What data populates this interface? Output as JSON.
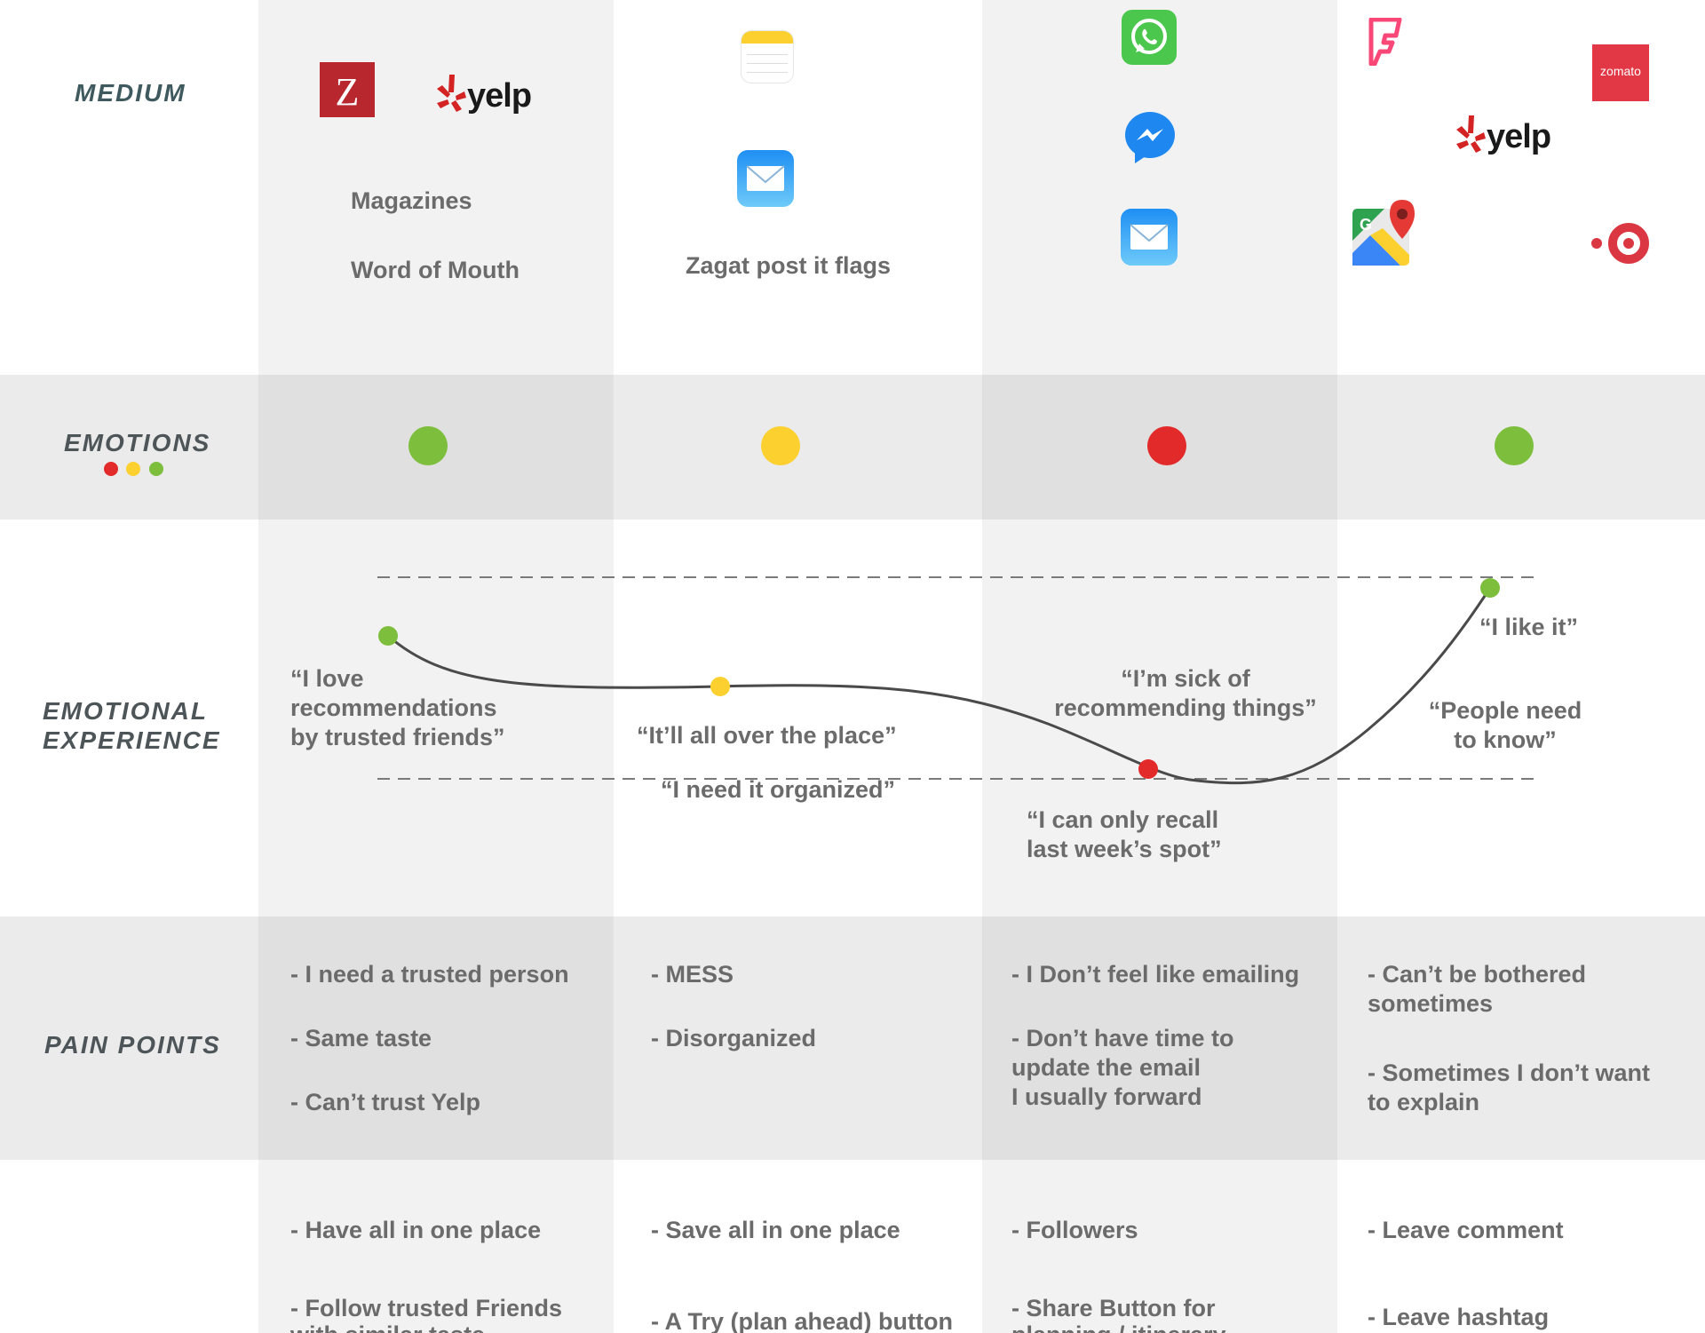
{
  "row_labels": {
    "medium": "MEDIUM",
    "emotions": "EMOTIONS",
    "emotional_experience_line1": "EMOTIONAL",
    "emotional_experience_line2": "EXPERIENCE",
    "pain_points": "PAIN POINTS"
  },
  "colors": {
    "green": "#7dbe3c",
    "yellow": "#fcd02f",
    "red": "#e32a2a",
    "curve": "#4a4a4a",
    "label": "#4d5558",
    "text": "#6b6b6b"
  },
  "medium": {
    "col1": {
      "icons": [
        "zagat-icon",
        "yelp-logo"
      ],
      "yelp_text": "yelp",
      "zagat_letter": "Z",
      "items": [
        "Magazines",
        "Word of Mouth"
      ]
    },
    "col2": {
      "icons": [
        "notes-icon",
        "mail-icon"
      ],
      "items": [
        "Zagat post it flags"
      ]
    },
    "col3": {
      "icons": [
        "whatsapp-icon",
        "messenger-icon",
        "mail-icon"
      ]
    },
    "col4": {
      "icons": [
        "foursquare-icon",
        "zomato-icon",
        "yelp-logo",
        "google-maps-icon",
        "opentable-icon"
      ],
      "zomato_text": "zomato",
      "yelp_text": "yelp"
    }
  },
  "emotions": [
    "green",
    "yellow",
    "red",
    "green"
  ],
  "emotional_experience": {
    "points": [
      "green",
      "yellow",
      "red",
      "green"
    ],
    "quotes": {
      "col1": [
        "“I love",
        "recommendations",
        "by trusted friends”"
      ],
      "col2_top": "“It’ll all over the place”",
      "col2_bottom": "“I need it organized”",
      "col3_top": [
        "“I’m sick of",
        "recommending things”"
      ],
      "col3_bottom": [
        "“I can only recall",
        "last week’s spot”"
      ],
      "col4_top": "“I like it”",
      "col4_bottom": [
        "“People need",
        "to know”"
      ]
    }
  },
  "pain_points": {
    "col1": [
      "- I need a trusted person",
      "- Same taste",
      "- Can’t trust Yelp"
    ],
    "col2": [
      "- MESS",
      "- Disorganized"
    ],
    "col3": [
      "- I Don’t feel like emailing",
      "- Don’t have time to",
      "update the email",
      "I usually forward"
    ],
    "col4": [
      "- Can’t be bothered",
      "sometimes",
      "- Sometimes I don’t want",
      "to explain"
    ]
  },
  "opportunities": {
    "col1": [
      "- Have all in one place",
      "- Follow trusted Friends",
      "with similar taste"
    ],
    "col2": [
      "- Save all in one place",
      "- A Try (plan ahead) button"
    ],
    "col3": [
      "- Followers",
      "- Share Button for",
      "planning / itinerary"
    ],
    "col4": [
      "- Leave comment",
      "- Leave hashtag"
    ]
  }
}
